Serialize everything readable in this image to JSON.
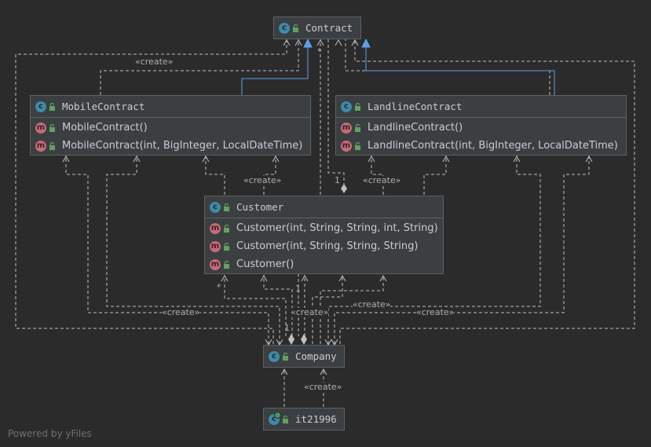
{
  "classes": {
    "contract": {
      "name": "Contract"
    },
    "mobile_contract": {
      "name": "MobileContract",
      "members": [
        "MobileContract()",
        "MobileContract(int, BigInteger, LocalDateTime)"
      ]
    },
    "landline_contract": {
      "name": "LandlineContract",
      "members": [
        "LandlineContract()",
        "LandlineContract(int, BigInteger, LocalDateTime)"
      ]
    },
    "customer": {
      "name": "Customer",
      "members": [
        "Customer(int, String, String, int, String)",
        "Customer(int, String, String, String)",
        "Customer()"
      ]
    },
    "company": {
      "name": "Company"
    },
    "it21996": {
      "name": "it21996"
    }
  },
  "edge_labels": {
    "create": "«create»",
    "many": "*",
    "one": "1"
  },
  "icons": {
    "class_icon_letter": "c",
    "method_icon_letter": "m",
    "class_icon_color": "#3d8ba8",
    "method_icon_color": "#c86a79",
    "public_lock_color": "#5fa35f",
    "inheritance_edge_color": "#5ea0e6",
    "dependency_edge_color": "#bfbfbf"
  },
  "footer": {
    "powered_by": "Powered by yFiles"
  }
}
